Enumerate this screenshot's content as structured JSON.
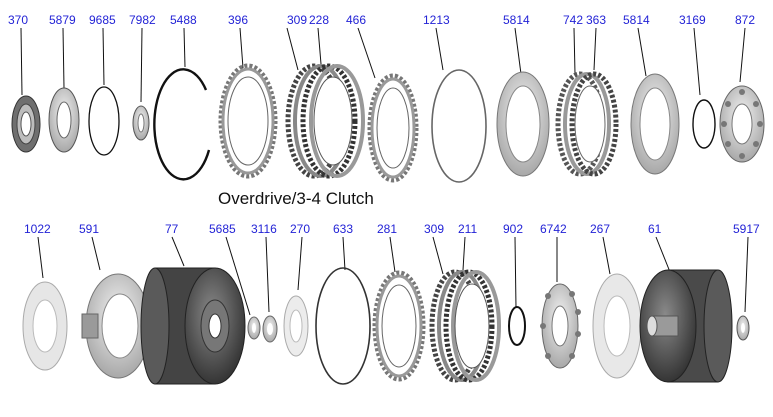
{
  "title": "Overdrive/3-4 Clutch",
  "colors": {
    "label": "#2323d6",
    "leader": "#111111"
  },
  "parts": [
    {
      "id": "p370",
      "label": "370",
      "icon": "bearing-cylinder"
    },
    {
      "id": "p5879",
      "label": "5879",
      "icon": "thrust-washer"
    },
    {
      "id": "p9685",
      "label": "9685",
      "icon": "snap-ring"
    },
    {
      "id": "p7982",
      "label": "7982",
      "icon": "thrust-washer"
    },
    {
      "id": "p5488",
      "label": "5488",
      "icon": "snap-ring"
    },
    {
      "id": "p396a",
      "label": "396",
      "icon": "friction-plate"
    },
    {
      "id": "p309a",
      "label": "309",
      "icon": "clutch-pack"
    },
    {
      "id": "p228",
      "label": "228",
      "icon": "clutch-pack"
    },
    {
      "id": "p466",
      "label": "466",
      "icon": "friction-plate"
    },
    {
      "id": "p1213",
      "label": "1213",
      "icon": "snap-ring"
    },
    {
      "id": "p5814a",
      "label": "5814",
      "icon": "steel-plate"
    },
    {
      "id": "p742",
      "label": "742",
      "icon": "clutch-pack"
    },
    {
      "id": "p363",
      "label": "363",
      "icon": "clutch-pack"
    },
    {
      "id": "p5814b",
      "label": "5814",
      "icon": "steel-plate"
    },
    {
      "id": "p3169",
      "label": "3169",
      "icon": "snap-ring"
    },
    {
      "id": "p872",
      "label": "872",
      "icon": "spring-retainer"
    },
    {
      "id": "p1022",
      "label": "1022",
      "icon": "piston"
    },
    {
      "id": "p591",
      "label": "591",
      "icon": "piston-housing"
    },
    {
      "id": "p77",
      "label": "77",
      "icon": "clutch-drum"
    },
    {
      "id": "p5685",
      "label": "5685",
      "icon": "thrust-washer"
    },
    {
      "id": "p3116",
      "label": "3116",
      "icon": "thrust-washer"
    },
    {
      "id": "p270",
      "label": "270",
      "icon": "thrust-washer"
    },
    {
      "id": "p633",
      "label": "633",
      "icon": "snap-ring"
    },
    {
      "id": "p281",
      "label": "281",
      "icon": "friction-plate"
    },
    {
      "id": "p309b",
      "label": "309",
      "icon": "clutch-pack"
    },
    {
      "id": "p211",
      "label": "211",
      "icon": "clutch-pack"
    },
    {
      "id": "p902",
      "label": "902",
      "icon": "snap-ring"
    },
    {
      "id": "p6742",
      "label": "6742",
      "icon": "spring-retainer"
    },
    {
      "id": "p267",
      "label": "267",
      "icon": "piston"
    },
    {
      "id": "p61",
      "label": "61",
      "icon": "clutch-drum"
    },
    {
      "id": "p5917",
      "label": "5917",
      "icon": "thrust-washer"
    }
  ]
}
